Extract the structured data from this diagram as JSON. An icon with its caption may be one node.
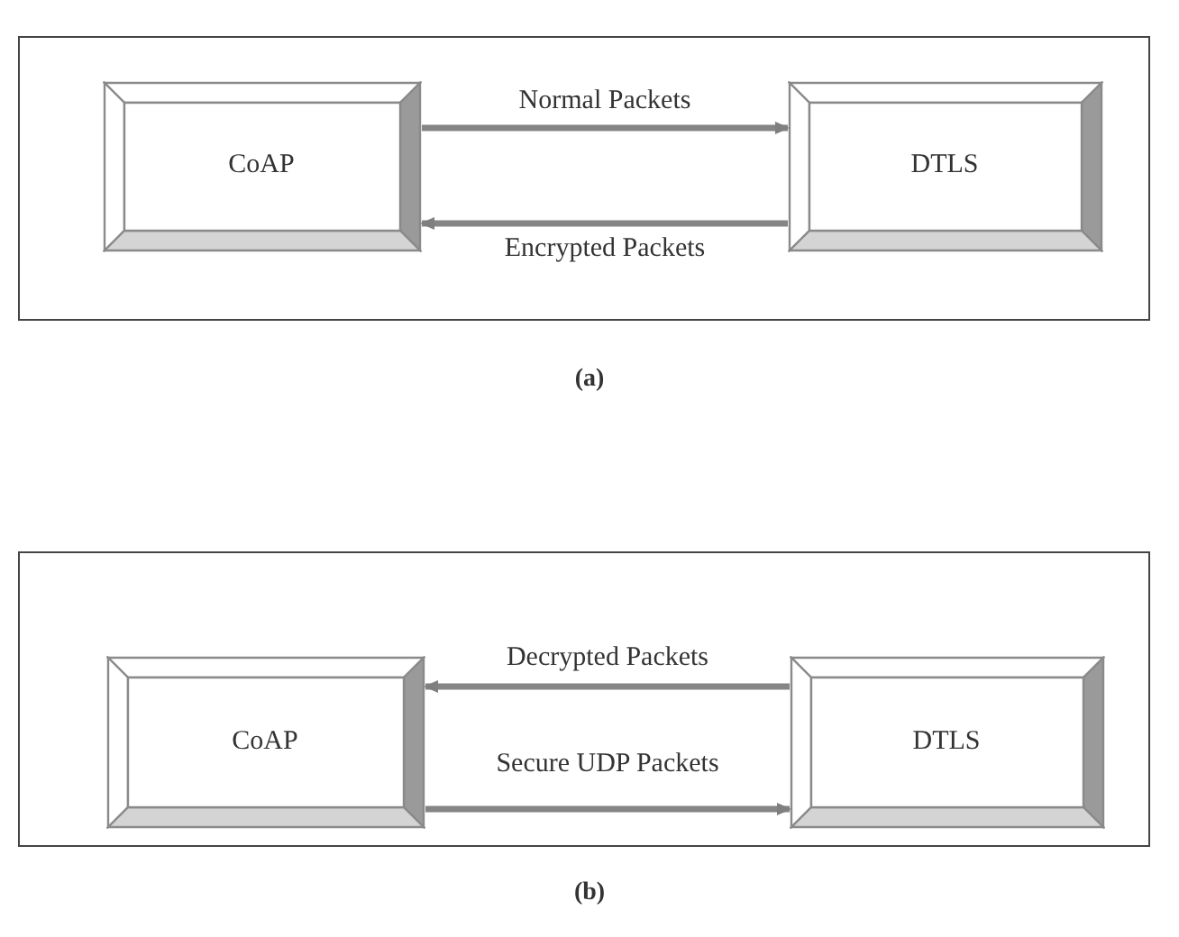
{
  "diagram": {
    "nodes": [
      {
        "text": [],
        "shape": "box"
      },
      {
        "text": [
          "CoAP"
        ],
        "in": 0
      },
      {
        "text": [
          "DTLS"
        ],
        "in": 0
      },
      {
        "text": [],
        "shape": "box"
      },
      {
        "text": [
          "CoAP"
        ],
        "in": 3
      },
      {
        "text": [
          "DTLS"
        ],
        "in": 3
      }
    ],
    "edges": [
      {
        "from": 1,
        "to": 2,
        "arrow": "to",
        "label": "Normal Packets"
      },
      {
        "from": 2,
        "to": 1,
        "arrow": "to",
        "label": "Encrypted Packets"
      },
      {
        "from": 5,
        "to": 4,
        "arrow": "to",
        "label": "Decrypted Packets"
      },
      {
        "from": 4,
        "to": 5,
        "arrow": "to",
        "label": "Secure UDP Packets"
      }
    ],
    "labels": [
      "(a)",
      "(b)"
    ]
  }
}
